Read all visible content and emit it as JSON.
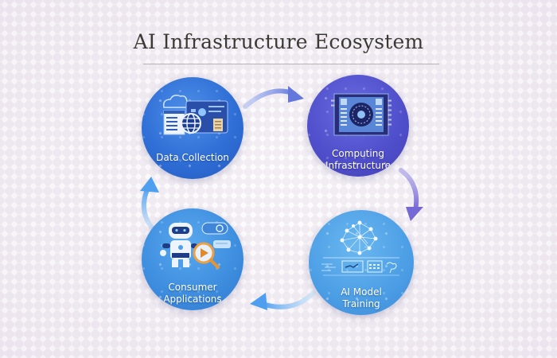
{
  "title": "AI Infrastructure Ecosystem",
  "colors": {
    "title_text": "#3a3a34",
    "background": "#f3eef3",
    "data_collection": "#2f6fd6",
    "computing_infrastructure": "#5050cc",
    "ai_model_training": "#4ea0e6",
    "consumer_applications": "#3f8fe0",
    "arrow_top": "#6b7fe0",
    "arrow_right": "#7a70d8",
    "arrow_bottom": "#5aa8ee",
    "arrow_left": "#4f9ff0"
  },
  "nodes": [
    {
      "id": "data-collection",
      "label": "Data Collection",
      "icon": "cloud-globe-dashboard-icon"
    },
    {
      "id": "computing-infrastructure",
      "label_line1": "Computing",
      "label_line2": "Infrastructure",
      "icon": "processor-chip-icon"
    },
    {
      "id": "ai-model-training",
      "label_line1": "AI Model",
      "label_line2": "Training",
      "icon": "neural-network-icon"
    },
    {
      "id": "consumer-applications",
      "label_line1": "Consumer",
      "label_line2": "Applications",
      "icon": "robot-search-icon"
    }
  ],
  "flow": [
    {
      "from": "Data Collection",
      "to": "Computing Infrastructure",
      "direction": "right"
    },
    {
      "from": "Computing Infrastructure",
      "to": "AI Model Training",
      "direction": "down"
    },
    {
      "from": "AI Model Training",
      "to": "Consumer Applications",
      "direction": "left"
    },
    {
      "from": "Consumer Applications",
      "to": "Data Collection",
      "direction": "up"
    }
  ]
}
